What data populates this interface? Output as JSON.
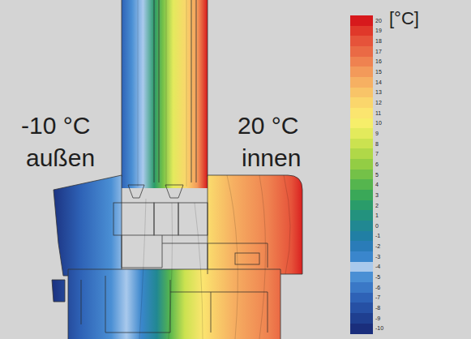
{
  "diagram": {
    "labels": [
      "-10 °C",
      "außen",
      "20 °C",
      "innen",
      "[°C]"
    ],
    "legend": [
      {
        "text": "20",
        "color": "#d7191c"
      },
      {
        "text": "19",
        "color": "#e0382a"
      },
      {
        "text": "18",
        "color": "#e6533a"
      },
      {
        "text": "17",
        "color": "#ea6a45"
      },
      {
        "text": "16",
        "color": "#ef8250"
      },
      {
        "text": "15",
        "color": "#f39a5a"
      },
      {
        "text": "14",
        "color": "#f6b062"
      },
      {
        "text": "13",
        "color": "#f8c468"
      },
      {
        "text": "12",
        "color": "#fad66c"
      },
      {
        "text": "11",
        "color": "#fbe56f"
      },
      {
        "text": "10",
        "color": "#f6ee6a"
      },
      {
        "text": "9",
        "color": "#e3ea5c"
      },
      {
        "text": "8",
        "color": "#cbe250"
      },
      {
        "text": "7",
        "color": "#b0d848"
      },
      {
        "text": "6",
        "color": "#93cd44"
      },
      {
        "text": "5",
        "color": "#74c148"
      },
      {
        "text": "4",
        "color": "#55b54e"
      },
      {
        "text": "3",
        "color": "#3aa858"
      },
      {
        "text": "2",
        "color": "#2a9c6a"
      },
      {
        "text": "1",
        "color": "#23927e"
      },
      {
        "text": "0",
        "color": "#218892"
      },
      {
        "text": "-1",
        "color": "#217fa4"
      },
      {
        "text": "-2",
        "color": "#2a7cb8"
      },
      {
        "text": "-3",
        "color": "#3a86cc"
      },
      {
        "text": "-4",
        "color": "#a9c9ec"
      },
      {
        "text": "-5",
        "color": "#4a8fd4"
      },
      {
        "text": "-6",
        "color": "#3a78c6"
      },
      {
        "text": "-7",
        "color": "#2e62b6"
      },
      {
        "text": "-8",
        "color": "#2650a4"
      },
      {
        "text": "-9",
        "color": "#1f3f90"
      },
      {
        "text": "-10",
        "color": "#1a2e7c"
      }
    ]
  }
}
